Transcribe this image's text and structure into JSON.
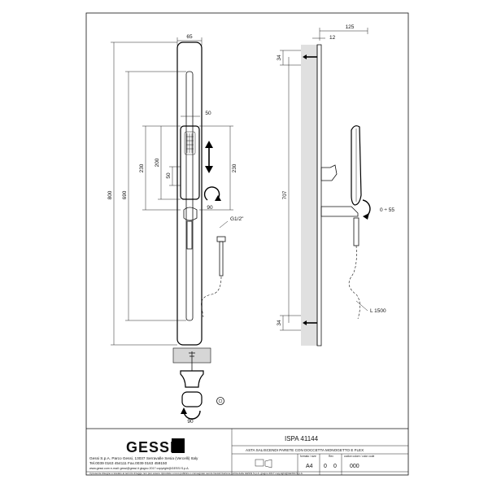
{
  "front_view": {
    "dim_top_width": "65",
    "dim_slide_width": "50",
    "dim_overall_height": "800",
    "dim_bar_height": "690",
    "dim_slide_travel_left": "230",
    "dim_slide_travel_right": "230",
    "dim_handshower_200": "200",
    "dim_slide_50": "50",
    "dim_rotation": "90",
    "thread_label": "G1/2\""
  },
  "side_view": {
    "dim_depth": "125",
    "dim_offset": "12",
    "dim_top_34": "34",
    "dim_bottom_34": "34",
    "dim_height_707": "707",
    "dim_tilt": "0 ÷ 55",
    "hose_length": "L 1500"
  },
  "detail_view": {
    "dim_rotation": "90"
  },
  "title_block": {
    "logo": "GESSI",
    "company_line1": "Gessi S.p.A. Parco Gessi, 13037 Serravalle Sesia (Vercelli) Italy",
    "company_line2": "Tel.0039 0163 454111  Fax.0039 0163 459150",
    "company_line3": "www.gessi.com   e-mail: gessi@gessi.it    giugno 2017  copyright@GESSI S.p.A.",
    "product_code": "ISPA 41144",
    "product_desc": "ASTA SALISCENDI PARETE CON DOCCETTA MONOGETTO E FLEX",
    "format_label": "formato / size",
    "format_value": "A4",
    "rev_label": "Rev",
    "rev_value1": "0",
    "rev_value2": "0",
    "color_label": "codice colore / color code",
    "color_value": "000",
    "footer_text": "Il presente disegno è tutelato ai termini di legge non può essere riprodotto o reso pubblico o consegnato senza l'autorizzazione scritta della GESSI S.p.A.    giugno 2017    copyright@GESSI S.p.A."
  }
}
